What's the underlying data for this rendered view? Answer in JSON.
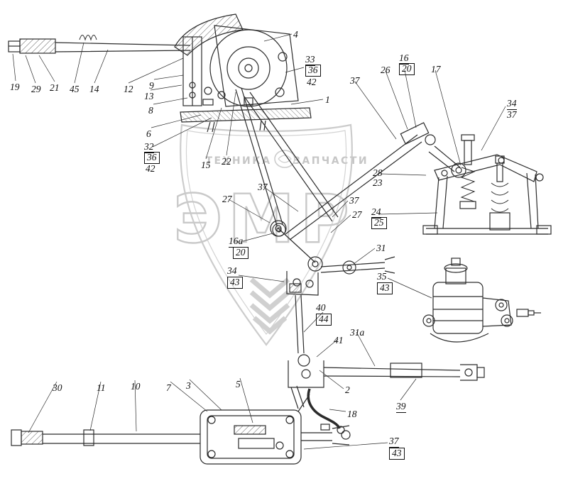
{
  "page": {
    "background": "#ffffff",
    "ink": "#2b2b2b"
  },
  "watermark": {
    "brand": "ЭМР",
    "left_text": "ТЕХНИКА",
    "right_text": "ЗАПЧАСТИ",
    "color": "#c4c4c4"
  },
  "callouts": [
    "19",
    "29",
    "21",
    "45",
    "14",
    "12",
    "9",
    "13",
    "8",
    "6",
    "32",
    "36",
    "42",
    "15",
    "22",
    "4",
    "33",
    "36",
    "42",
    "1",
    "37",
    "26",
    "16",
    "20",
    "17",
    "34",
    "37",
    "28",
    "23",
    "24",
    "25",
    "27",
    "37",
    "37",
    "27",
    "16a",
    "20",
    "31",
    "34",
    "43",
    "35",
    "43",
    "40",
    "44",
    "41",
    "31a",
    "30",
    "11",
    "10",
    "7",
    "3",
    "5",
    "2",
    "18",
    "39",
    "37",
    "43"
  ]
}
